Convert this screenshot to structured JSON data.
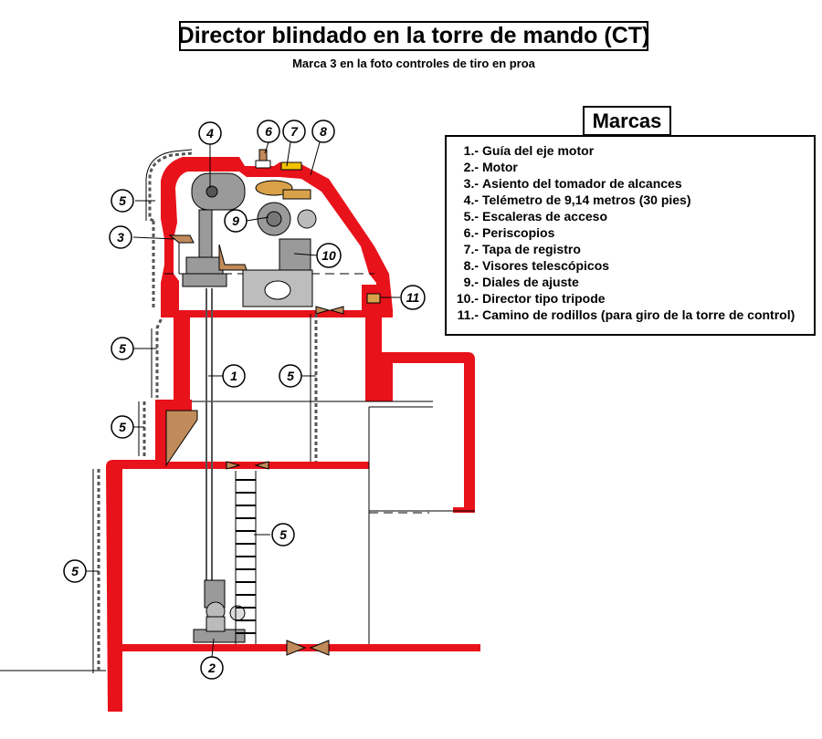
{
  "header": {
    "title": "Director blindado en la torre de mando (CT)",
    "subtitle": "Marca 3 en la foto controles de tiro en proa"
  },
  "legend": {
    "title": "Marcas",
    "items": [
      {
        "num": "1.-",
        "text": "Guía del eje motor"
      },
      {
        "num": "2.-",
        "text": "Motor"
      },
      {
        "num": "3.-",
        "text": "Asiento del tomador de alcances"
      },
      {
        "num": "4.-",
        "text": "Telémetro de 9,14 metros (30 pies)"
      },
      {
        "num": "5.-",
        "text": "Escaleras de acceso"
      },
      {
        "num": "6.-",
        "text": "Periscopios"
      },
      {
        "num": "7.-",
        "text": "Tapa de registro"
      },
      {
        "num": "8.-",
        "text": "Visores telescópicos"
      },
      {
        "num": "9.-",
        "text": "Diales de ajuste"
      },
      {
        "num": "10.-",
        "text": "Director tipo tripode"
      },
      {
        "num": "11.-",
        "text": "Camino de rodillos (para giro de la torre de control)"
      }
    ]
  },
  "callouts": [
    {
      "label": "4"
    },
    {
      "label": "6"
    },
    {
      "label": "7"
    },
    {
      "label": "8"
    },
    {
      "label": "5"
    },
    {
      "label": "3"
    },
    {
      "label": "9"
    },
    {
      "label": "10"
    },
    {
      "label": "11"
    },
    {
      "label": "5"
    },
    {
      "label": "1"
    },
    {
      "label": "5"
    },
    {
      "label": "5"
    },
    {
      "label": "5"
    },
    {
      "label": "5"
    },
    {
      "label": "2"
    }
  ],
  "colors": {
    "armor": "#e8121b",
    "machinery": "#9a9a9a",
    "brass": "#d9a24a",
    "seat": "#c08a5a",
    "ladder": "#555555"
  }
}
